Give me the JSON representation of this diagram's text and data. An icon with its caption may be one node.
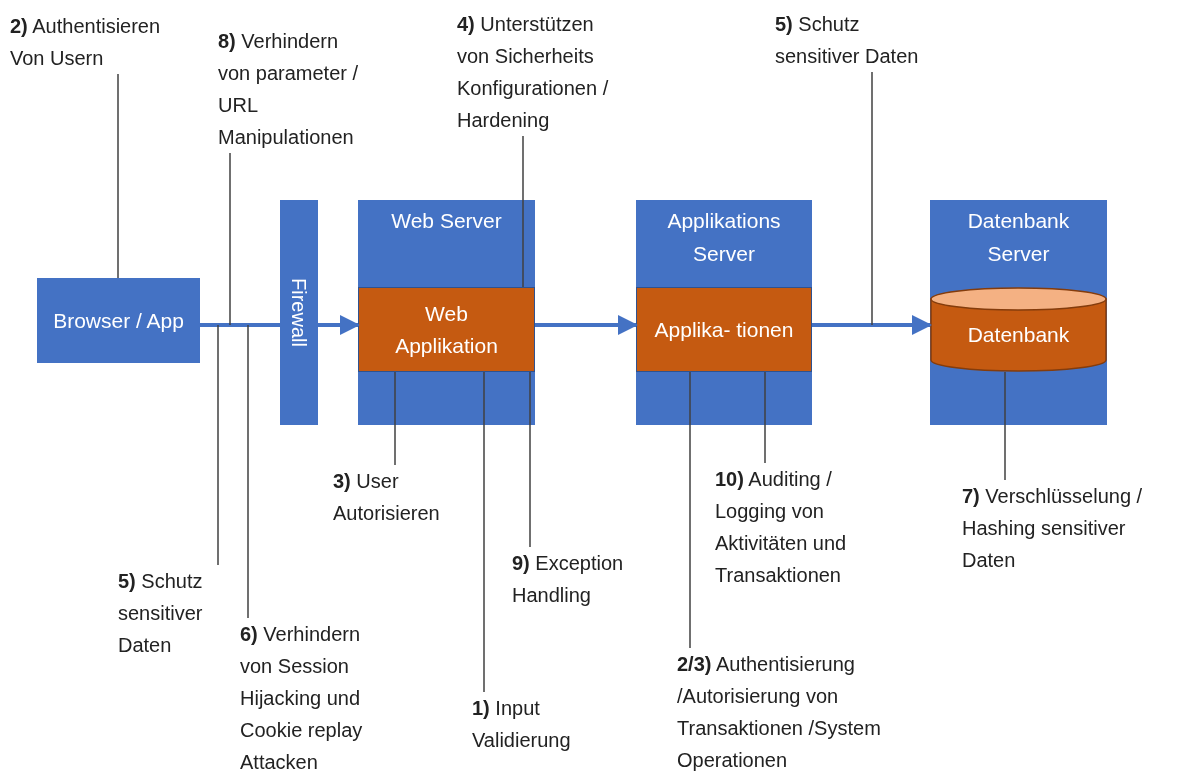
{
  "diagram": {
    "nodes": [
      {
        "text": [
          "Browser / App"
        ]
      },
      {
        "text": [
          "Firewall"
        ]
      },
      {
        "text": [
          "Web Server"
        ]
      },
      {
        "text": [
          "Web Applikation"
        ],
        "in": 2
      },
      {
        "text": [
          "Applikations Server"
        ]
      },
      {
        "text": [
          "Applika- tionen"
        ],
        "in": 4
      },
      {
        "text": [
          "Datenbank Server"
        ]
      },
      {
        "text": [
          "Datenbank"
        ],
        "in": 6
      },
      {
        "text": [
          "**2)** Authentisieren Von Usern"
        ]
      },
      {
        "text": [
          "**8)** Verhindern von parameter / URL Manipulationen"
        ]
      },
      {
        "text": [
          "**4)** Unterstützen von Sicherheits Konfigurationen / Hardening"
        ]
      },
      {
        "text": [
          "**5)** Schutz sensitiver Daten"
        ]
      },
      {
        "text": [
          "**3)** User Autorisieren"
        ]
      },
      {
        "text": [
          "**9)** Exception Handling"
        ]
      },
      {
        "text": [
          "**1)** Input Validierung"
        ]
      },
      {
        "text": [
          "**10)** Auditing / Logging von Aktivitäten und Transaktionen"
        ]
      },
      {
        "text": [
          "**2/3)** Authentisierung /Autorisierung von Transaktionen /System Operationen"
        ]
      },
      {
        "text": [
          "**7)** Verschlüsselung / Hashing sensitiver Daten"
        ]
      },
      {
        "text": [
          "**5)** Schutz sensitiver Daten"
        ]
      },
      {
        "text": [
          "**6)** Verhindern von Session Hijacking und Cookie replay Attacken"
        ]
      }
    ],
    "edges": [
      {
        "from": 0,
        "to": 1,
        "arrow": "none",
        "style": "thick",
        "color": "#4472c4"
      },
      {
        "from": 1,
        "to": 3,
        "arrow": "to",
        "style": "thick",
        "color": "#4472c4"
      },
      {
        "from": 3,
        "to": 5,
        "arrow": "to",
        "style": "thick",
        "color": "#4472c4"
      },
      {
        "from": 5,
        "to": 7,
        "arrow": "to",
        "style": "thick",
        "color": "#4472c4"
      },
      {
        "from": 8,
        "to": 0,
        "arrow": "none"
      },
      {
        "from": 9,
        "to": null,
        "arrow": "none"
      },
      {
        "from": 10,
        "to": 3,
        "arrow": "none"
      },
      {
        "from": 11,
        "to": null,
        "arrow": "none"
      },
      {
        "from": 12,
        "to": 3,
        "arrow": "none"
      },
      {
        "from": 13,
        "to": 3,
        "arrow": "none"
      },
      {
        "from": 14,
        "to": 3,
        "arrow": "none"
      },
      {
        "from": 15,
        "to": 5,
        "arrow": "none"
      },
      {
        "from": 16,
        "to": 5,
        "arrow": "none"
      },
      {
        "from": 17,
        "to": 7,
        "arrow": "none"
      },
      {
        "from": 18,
        "to": null,
        "arrow": "none"
      },
      {
        "from": 19,
        "to": null,
        "arrow": "none"
      }
    ]
  }
}
